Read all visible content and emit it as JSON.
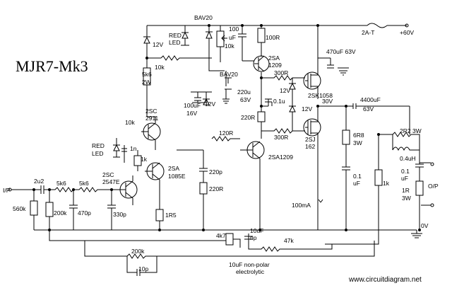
{
  "title": "MJR7-Mk3",
  "website": "www.circuitdiagram.net",
  "supply": {
    "fuse": "2A-T",
    "voltage": "+60V",
    "mid": "30V",
    "ground": "0V"
  },
  "io": {
    "input": "I/P",
    "output": "O/P"
  },
  "components": {
    "bav20_top": "BAV20",
    "bav20_mid": "BAV20",
    "z12_top": "12V",
    "red_led_top": "RED",
    "led_top": "LED",
    "r10k_pot": "10k",
    "c100u_a": "100",
    "c100u_b": "uF",
    "r100r": "100R",
    "q_2sa1209_top_a": "2SA",
    "q_2sa1209_top_b": "1209",
    "r10k_mid": "10k",
    "r5k6_a": "5k6",
    "r5k6_b": "2W",
    "c220u_a": "220u",
    "c220u_b": "63V",
    "c100u16_a": "100uF",
    "c100u16_b": "16V",
    "z12_mid": "12V",
    "q_2sc2911_a": "2SC",
    "q_2sc2911_b": "2911",
    "r10k_left": "10k",
    "red_led_mid": "RED",
    "led_mid": "LED",
    "c1n": "1n",
    "r1k_top": "1k",
    "q_2sa1085_a": "2SA",
    "q_2sa1085_b": "1085E",
    "q_2sc2547_a": "2SC",
    "q_2sc2547_b": "2547E",
    "r220r_a": "220R",
    "r120r": "120R",
    "q_2sa1209_bot": "2SA1209",
    "c220p": "220p",
    "r220r_b": "220R",
    "r300r_a": "300R",
    "r300r_b": "300R",
    "z12_a": "12V",
    "z12_b": "12V",
    "c01u_mid": "0.1u",
    "q_2sk1058": "2SK1058",
    "q_2sj162_a": "2SJ",
    "q_2sj162_b": "162",
    "c470u": "470uF 63V",
    "c4400u_a": "4400uF",
    "c4400u_b": "63V",
    "r6r8_a": "6R8",
    "r6r8_b": "3W",
    "c01u_a": "0.1",
    "c01u_b": "uF",
    "r2r2": "2R2  3W",
    "l04u": "0.4uH",
    "r1k_out": "1k",
    "c01u_out_a": "0.1",
    "c01u_out_b": "uF",
    "r1r_a": "1R",
    "r1r_b": "3W",
    "bias_current": "100mA",
    "c2u2": "2u2",
    "r5k6_in1": "5k6",
    "r5k6_in2": "5k6",
    "r560k": "560k",
    "r200k_in": "200k",
    "c470p": "470p",
    "c330p": "330p",
    "r1r5": "1R5",
    "r4k7": "4k7",
    "c10u_a": "10uF",
    "c10u_b": "np",
    "r47k": "47k",
    "r200k_fb": "200k",
    "c10p": "10p",
    "np_note_a": "10uF non-polar",
    "np_note_b": "electrolytic"
  }
}
